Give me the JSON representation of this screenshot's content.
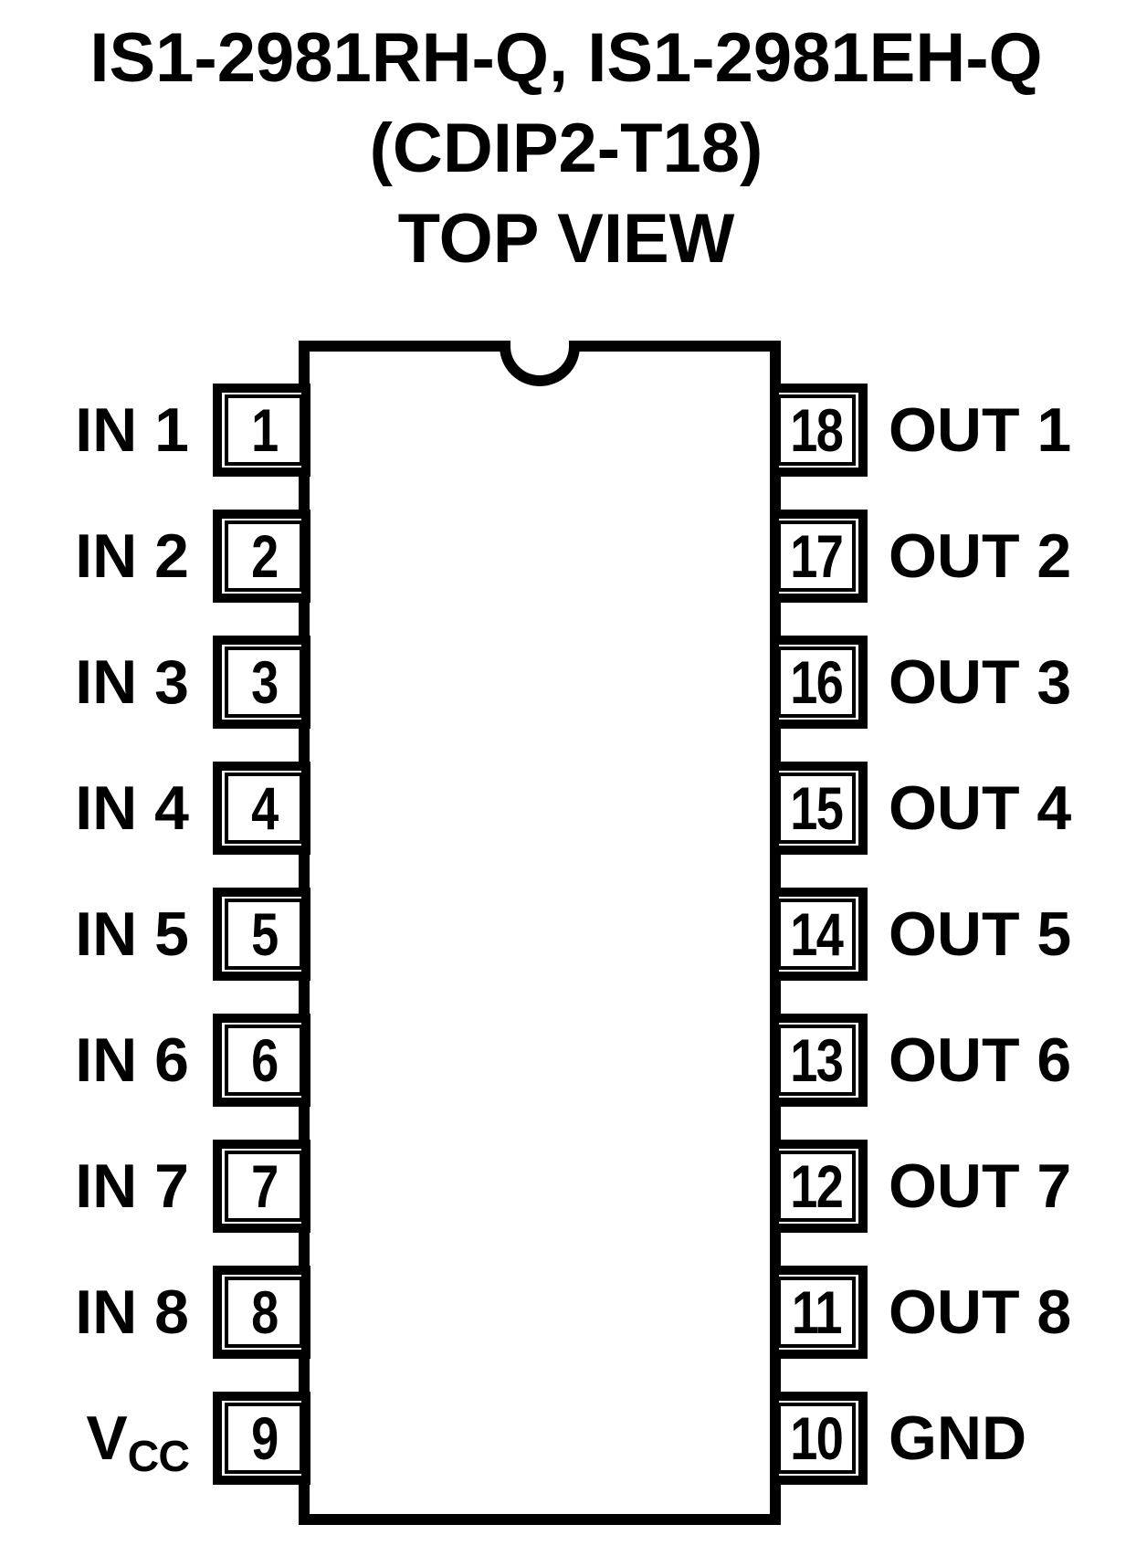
{
  "title": {
    "line1": "IS1-2981RH-Q, IS1-2981EH-Q",
    "line2": "(CDIP2-T18)",
    "line3": "TOP VIEW"
  },
  "package": {
    "left_pins": [
      {
        "number": "1",
        "label": "IN 1"
      },
      {
        "number": "2",
        "label": "IN 2"
      },
      {
        "number": "3",
        "label": "IN 3"
      },
      {
        "number": "4",
        "label": "IN 4"
      },
      {
        "number": "5",
        "label": "IN 5"
      },
      {
        "number": "6",
        "label": "IN 6"
      },
      {
        "number": "7",
        "label": "IN 7"
      },
      {
        "number": "8",
        "label": "IN 8"
      },
      {
        "number": "9",
        "label": "V",
        "label_sub": "CC"
      }
    ],
    "right_pins": [
      {
        "number": "18",
        "label": "OUT 1"
      },
      {
        "number": "17",
        "label": "OUT 2"
      },
      {
        "number": "16",
        "label": "OUT 3"
      },
      {
        "number": "15",
        "label": "OUT 4"
      },
      {
        "number": "14",
        "label": "OUT 5"
      },
      {
        "number": "13",
        "label": "OUT 6"
      },
      {
        "number": "12",
        "label": "OUT 7"
      },
      {
        "number": "11",
        "label": "OUT 8"
      },
      {
        "number": "10",
        "label": "GND"
      }
    ]
  },
  "icons": {
    "orientation_notch": "semicircle-notch"
  },
  "colors": {
    "ink": "#000000",
    "background": "#ffffff"
  }
}
